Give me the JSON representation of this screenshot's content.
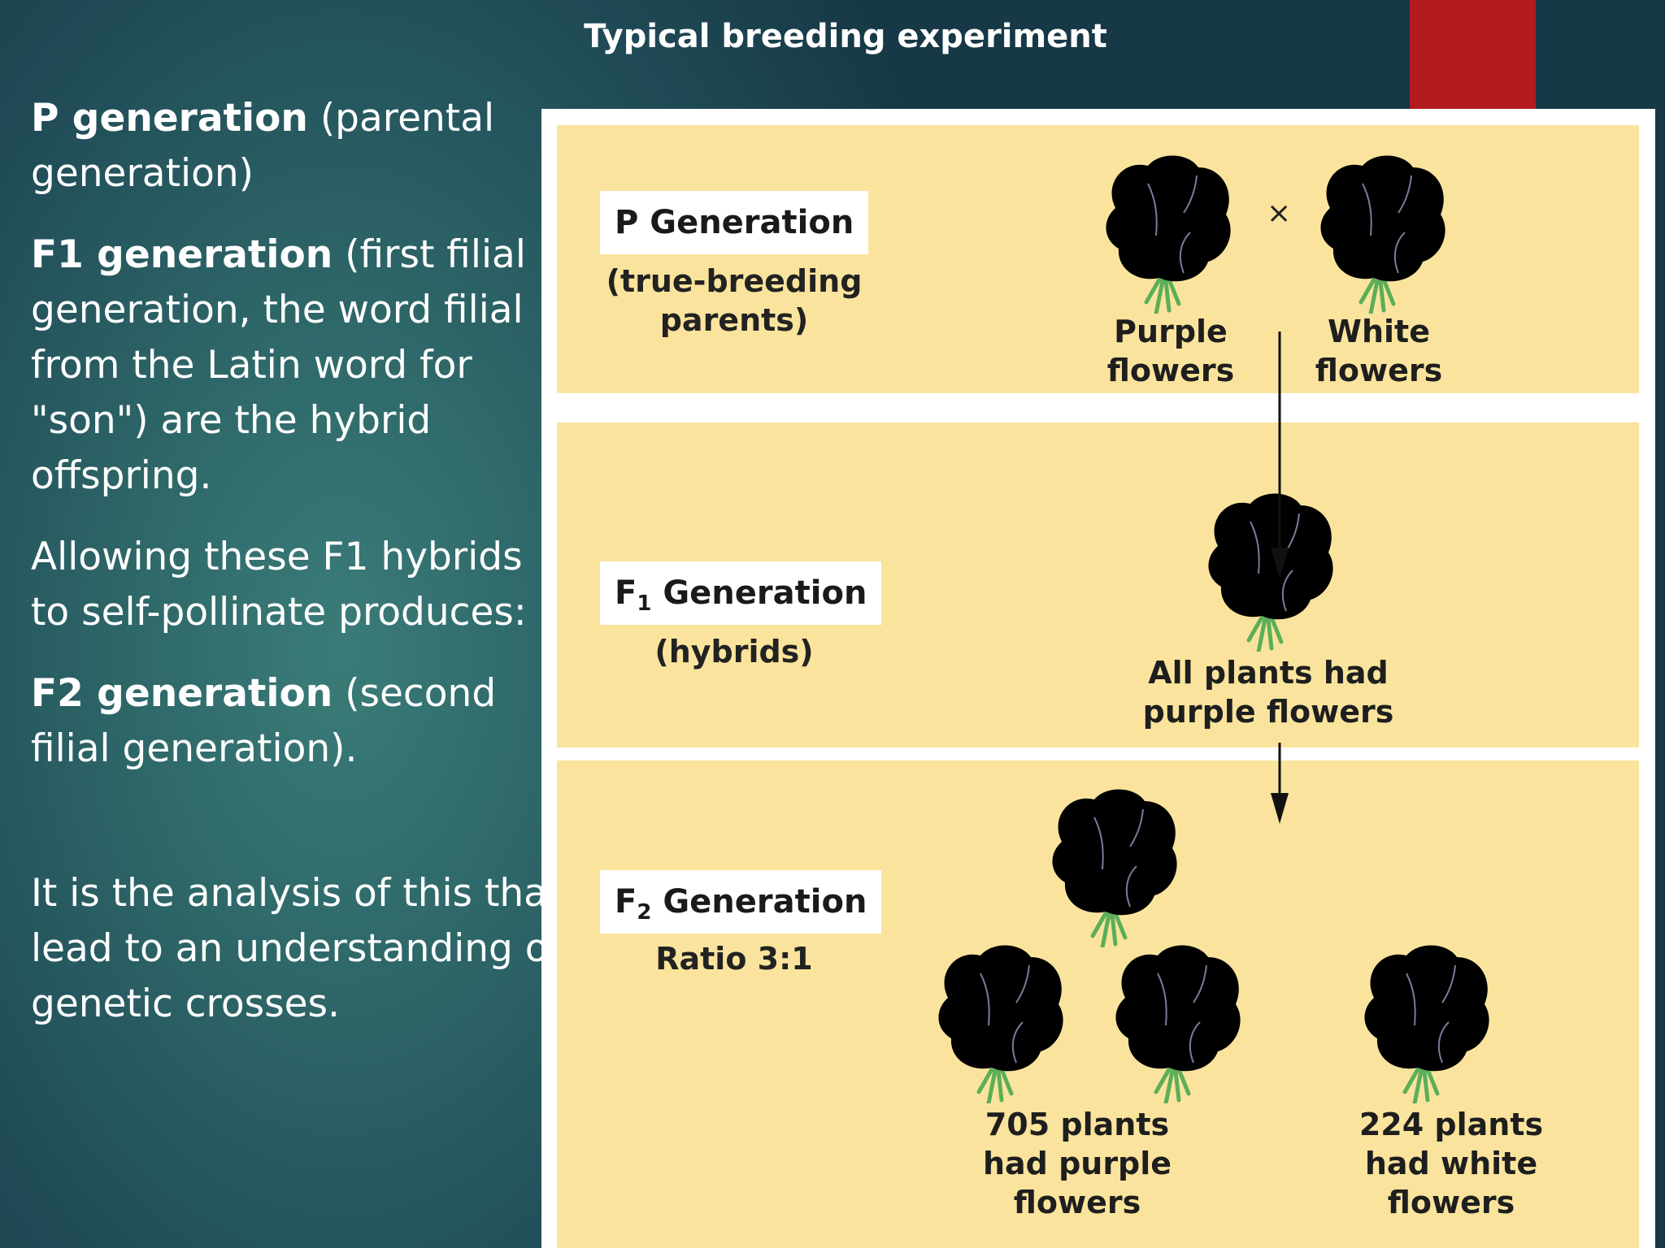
{
  "slide_title": "Typical breeding experiment",
  "text": {
    "p_bold": "P generation",
    "p_rest": " (parental generation)",
    "f1_bold": "F1 generation",
    "f1_rest": " (first filial generation, the word filial from the Latin word for \"son\") are the hybrid offspring.",
    "allow": "Allowing these F1 hybrids to self-pollinate produces:",
    "f2_bold": "F2 generation",
    "f2_rest": " (second filial generation).",
    "analysis_lines": [
      "It is the analysis of this that",
      "lead to an understanding of",
      "genetic crosses."
    ]
  },
  "figure": {
    "p": {
      "box": "P Generation",
      "sub": "(true-breeding parents)",
      "purple_label": "Purple flowers",
      "white_label": "White flowers",
      "cross": "×"
    },
    "f1": {
      "box_main": "F",
      "box_subscript": "1",
      "box_rest": " Generation",
      "sub": "(hybrids)",
      "label": "All plants had purple flowers"
    },
    "f2": {
      "box_main": "F",
      "box_subscript": "2",
      "box_rest": " Generation",
      "sub": "Ratio 3:1",
      "purple_label": "705 plants had purple flowers",
      "white_label": "224 plants had white flowers"
    }
  },
  "colors": {
    "band": "#fae49d",
    "purple_petal": "#cdc2e6",
    "white_petal": "#ffffff",
    "stem": "#5cae58",
    "accent_red": "#b21b1e"
  }
}
